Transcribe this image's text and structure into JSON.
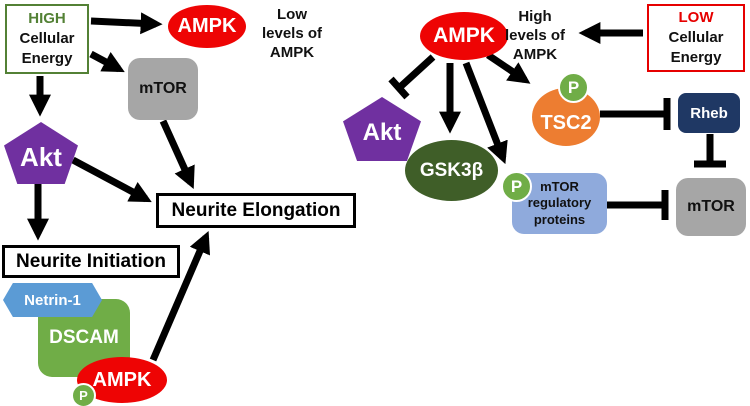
{
  "colors": {
    "ampk_red": "#ee0404",
    "high_green": "#538135",
    "low_red": "#e60000",
    "mtor_gray": "#a6a6a6",
    "akt_purple": "#7030a0",
    "gsk3b_dark_green": "#3f5e28",
    "tsc2_orange": "#ed7d31",
    "phospho_green": "#70ad47",
    "mtor_reg_blue": "#8faadc",
    "rheb_navy": "#1f3864",
    "netrin_blue": "#5b9bd5",
    "dscam_green": "#70ad47",
    "arrow_black": "#000000"
  },
  "left_panel": {
    "energy_box": {
      "level": "HIGH",
      "line2": "Cellular",
      "line3": "Energy"
    },
    "ampk": "AMPK",
    "caption": [
      "Low",
      "levels of",
      "AMPK"
    ],
    "mtor": "mTOR",
    "akt": "Akt",
    "neurite_elongation": "Neurite Elongation",
    "neurite_initiation": "Neurite Initiation",
    "netrin1": "Netrin-1",
    "dscam": "DSCAM",
    "ampk_complex": "AMPK",
    "phospho": "P"
  },
  "right_panel": {
    "ampk": "AMPK",
    "caption": [
      "High",
      "levels of",
      "AMPK"
    ],
    "energy_box": {
      "level": "LOW",
      "line2": "Cellular",
      "line3": "Energy"
    },
    "akt": "Akt",
    "gsk3b": "GSK3β",
    "tsc2": "TSC2",
    "tsc2_phospho": "P",
    "rheb": "Rheb",
    "mtor_reg": [
      "mTOR",
      "regulatory",
      "proteins"
    ],
    "mtor_reg_phospho": "P",
    "mtor": "mTOR"
  }
}
